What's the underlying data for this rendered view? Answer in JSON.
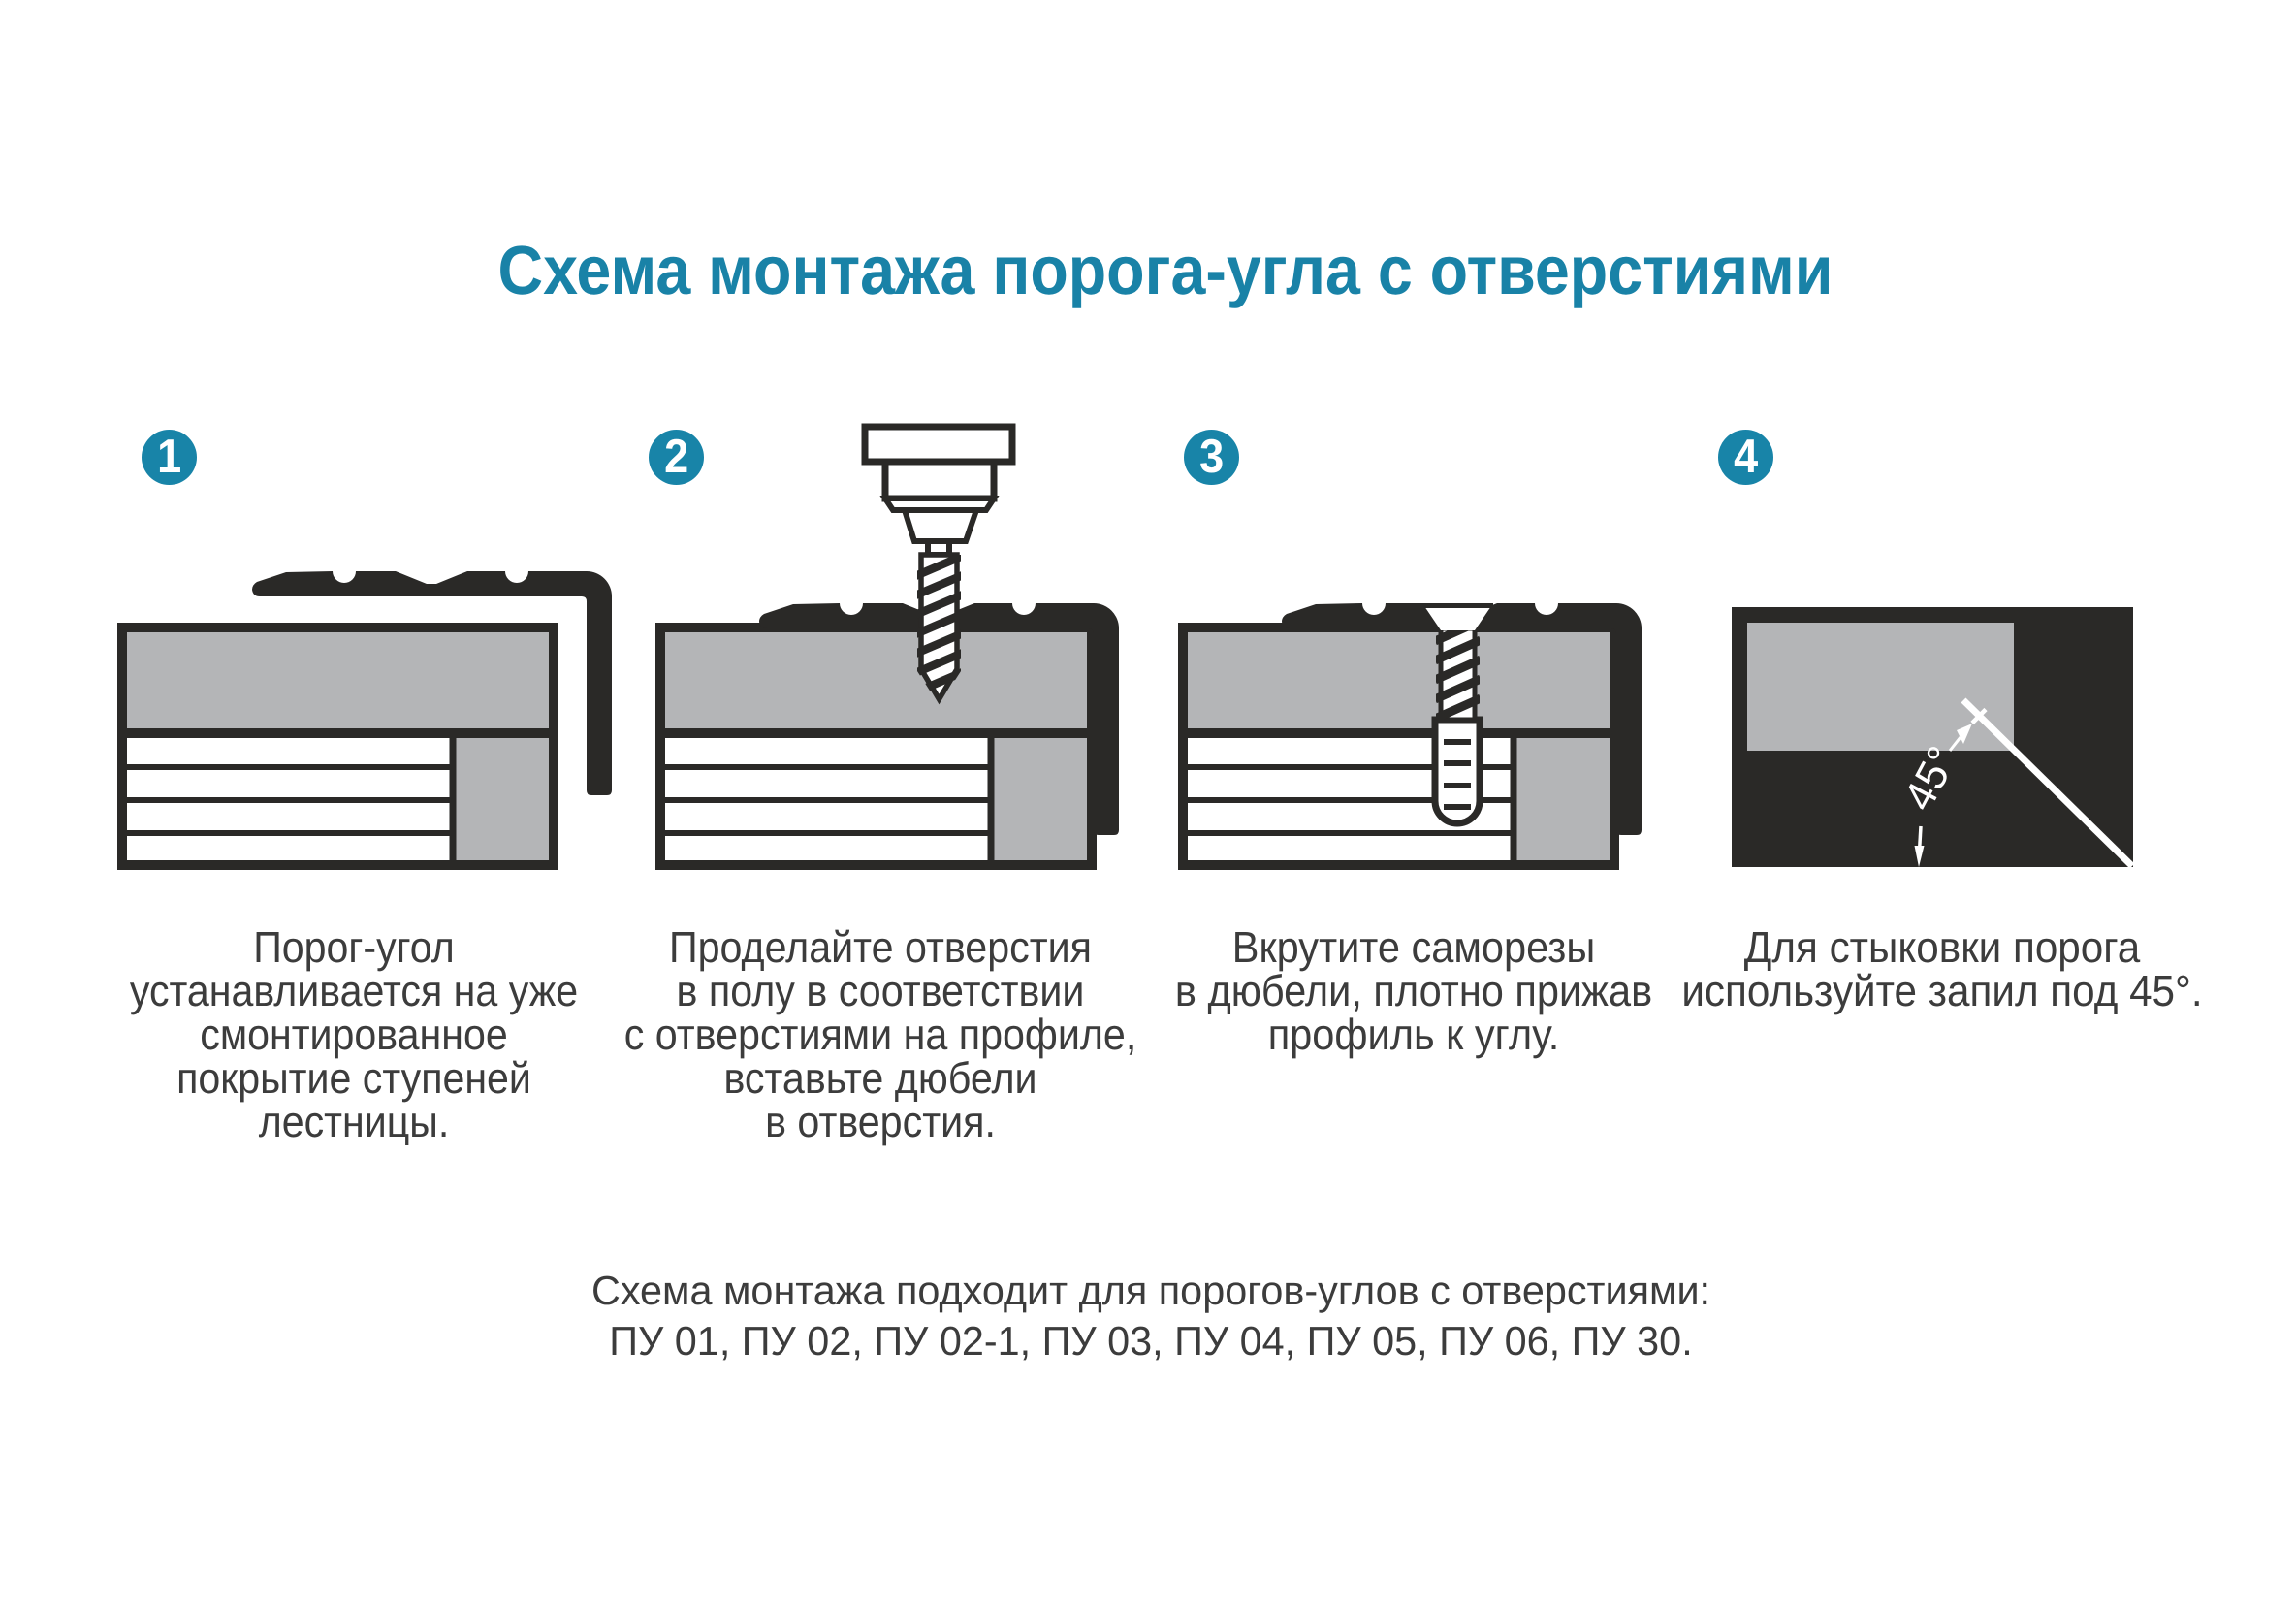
{
  "title": "Схема монтажа порога-угла с отверстиями",
  "steps": [
    {
      "number": "1",
      "caption": "Порог-угол\nустанавливается на уже\nсмонтированное\nпокрытие ступеней\nлестницы."
    },
    {
      "number": "2",
      "caption": "Проделайте отверстия\nв полу в соответствии\nс отверстиями на профиле,\nвставьте дюбели\nв отверстия."
    },
    {
      "number": "3",
      "caption": "Вкрутите саморезы\nв дюбели, плотно прижав\nпрофиль к углу."
    },
    {
      "number": "4",
      "caption": "Для стыковки порога\nиспользуйте запил под 45°.",
      "angle_label": "45°"
    }
  ],
  "footer": "Схема монтажа подходит для порогов-углов с отверстиями:\nПУ 01, ПУ 02, ПУ 02-1, ПУ 03, ПУ 04, ПУ 05, ПУ 06, ПУ 30.",
  "colors": {
    "accent_teal": "#1884a8",
    "title_teal": "#1982a7",
    "illustration_dark": "#2a2927",
    "illustration_gray": "#b4b5b7",
    "text_gray": "#3c3c3c",
    "background": "#ffffff"
  }
}
